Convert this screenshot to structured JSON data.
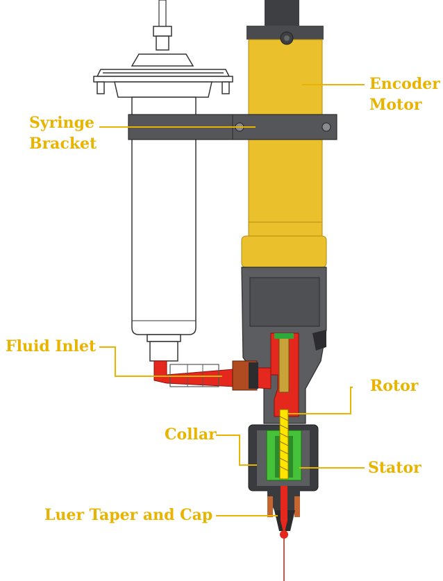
{
  "colors": {
    "label": "#e8b400",
    "motor_yellow": "#eac02c",
    "body_gray": "#5c5d61",
    "dark_gray": "#3e3f42",
    "fluid_red": "#e5281d",
    "stator_green": "#46c23a",
    "rotor_yellow": "#ffe400",
    "copper": "#c5652f"
  },
  "labels": {
    "encoder_line1": "Encoder",
    "encoder_line2": "Motor",
    "syringe_line1": "Syringe",
    "syringe_line2": "Bracket",
    "fluid_inlet": "Fluid Inlet",
    "rotor": "Rotor",
    "collar": "Collar",
    "stator": "Stator",
    "luer": "Luer Taper and Cap"
  }
}
